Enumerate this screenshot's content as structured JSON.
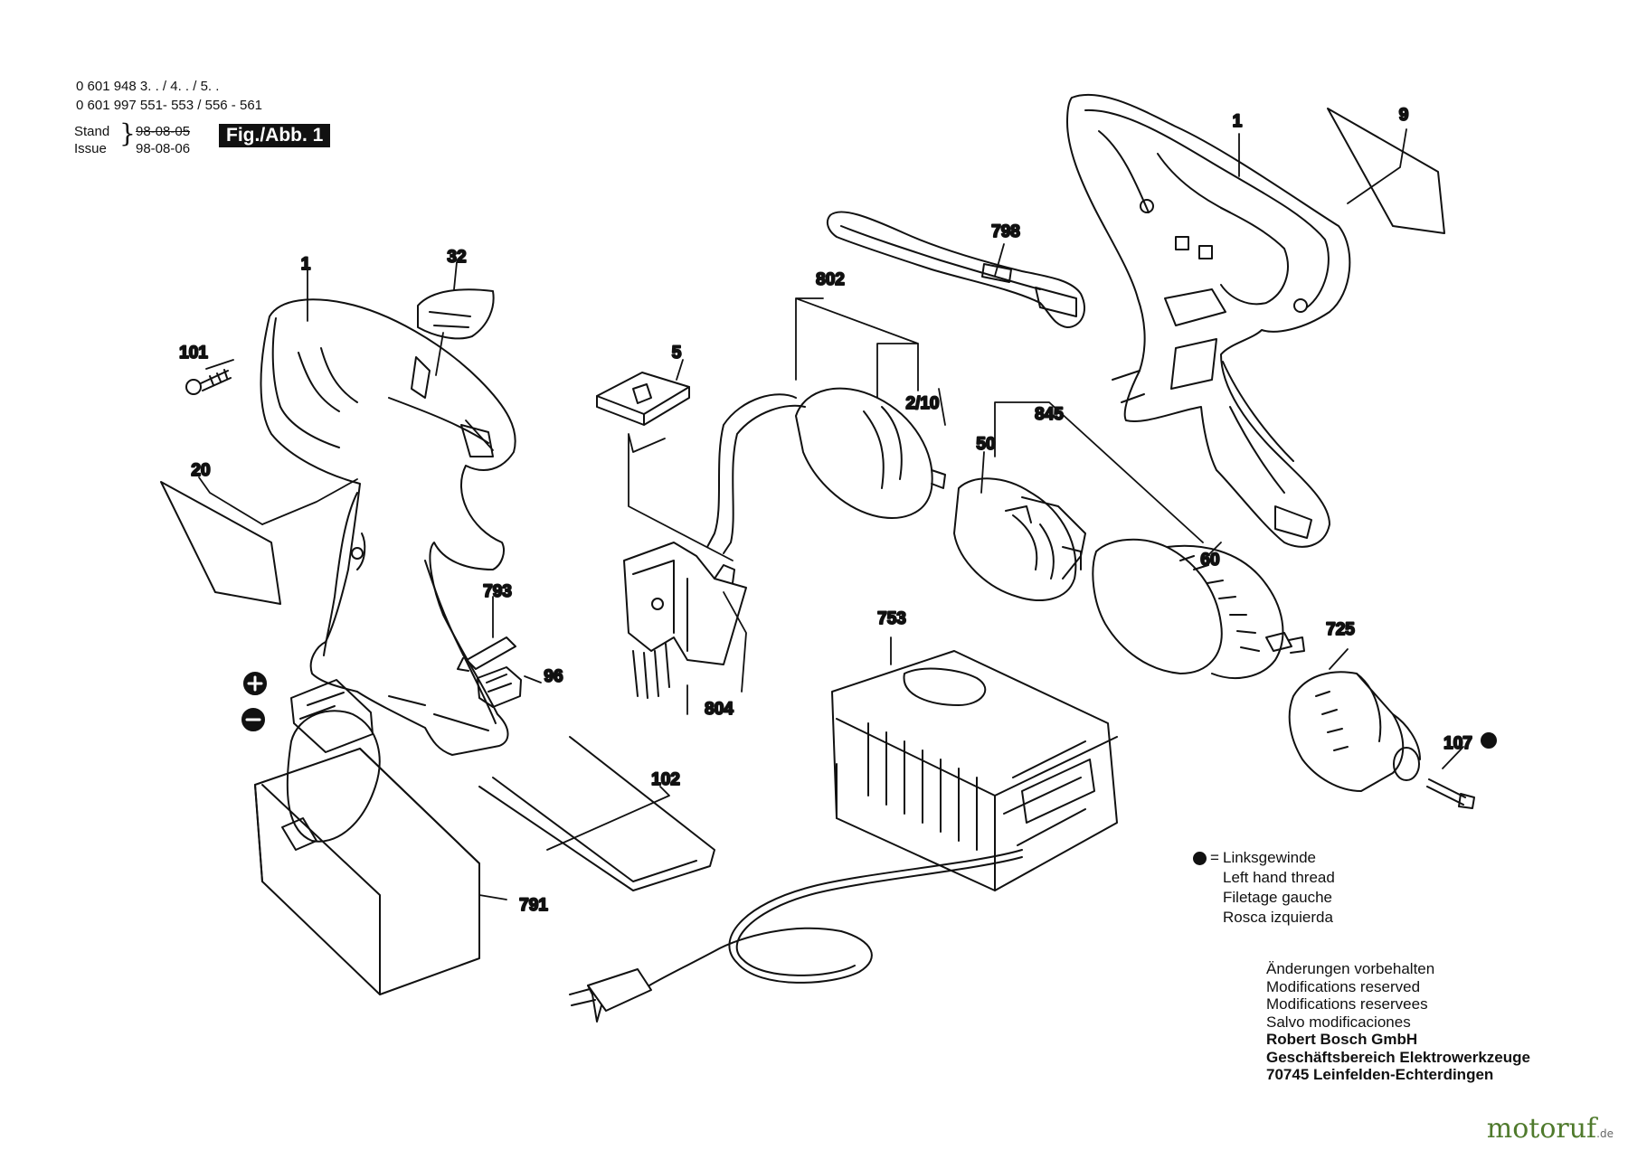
{
  "header": {
    "line1": "0 601 948 3. . / 4. . / 5. .",
    "line2": "0 601 997 551- 553 / 556 - 561",
    "stand_label": "Stand",
    "stand_date": "98-08-05",
    "issue_label": "Issue",
    "issue_date": "98-08-06",
    "figure": "Fig./Abb. 1"
  },
  "parts": {
    "housing_right": "1",
    "housing_left": "1",
    "label_plate": "9",
    "strap": "798",
    "cover_32": "32",
    "screw_101": "101",
    "slider_5": "5",
    "motor_set": "802",
    "motor": "2/10",
    "gear_845": "845",
    "gear_50": "50",
    "gear_60": "60",
    "nameplate_20": "20",
    "bit_793": "793",
    "switch_96": "96",
    "switch_804": "804",
    "charger_753": "753",
    "chuck_725": "725",
    "screw_107": "107",
    "clip_102": "102",
    "battery_791": "791",
    "plus": "+",
    "minus": "−"
  },
  "legend": {
    "eq": "=",
    "lines": [
      "Linksgewinde",
      "Left hand thread",
      "Filetage gauche",
      "Rosca izquierda"
    ]
  },
  "notes": {
    "lines": [
      "Änderungen vorbehalten",
      "Modifications reserved",
      "Modifications reservees",
      "Salvo modificaciones"
    ],
    "bold_lines": [
      "Robert Bosch GmbH",
      "Geschäftsbereich Elektrowerkzeuge",
      "70745 Leinfelden-Echterdingen"
    ]
  },
  "watermark": {
    "name": "motoruf",
    "suffix": ".de"
  }
}
